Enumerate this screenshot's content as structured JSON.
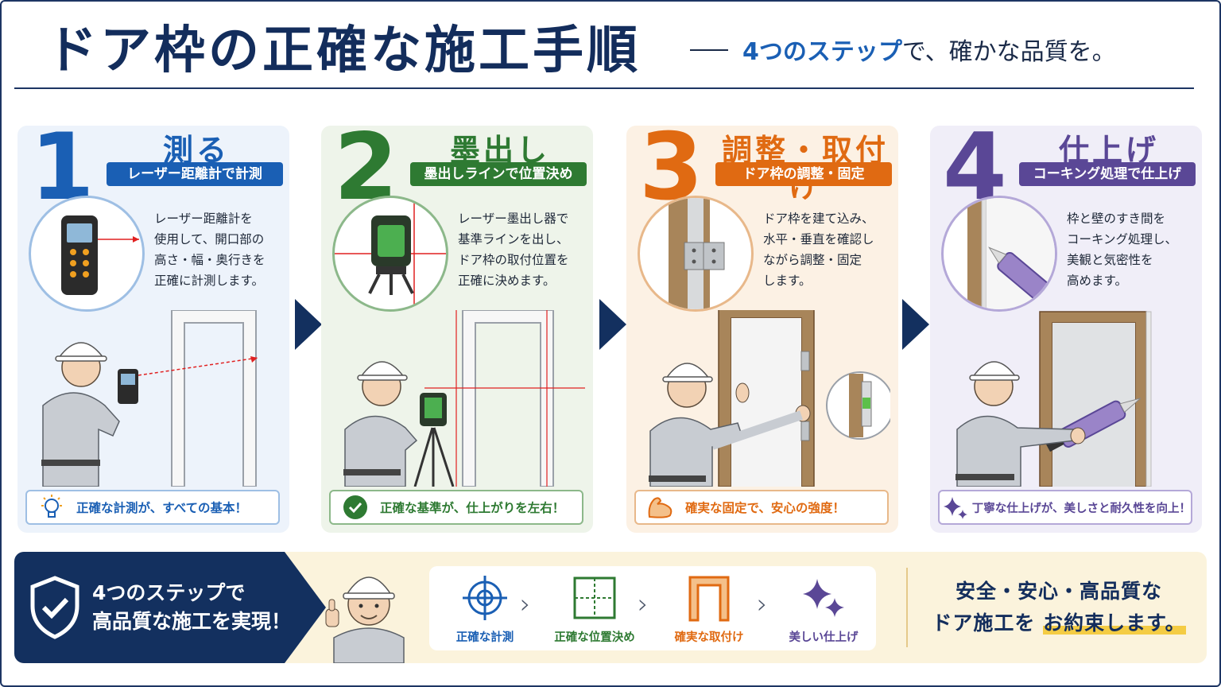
{
  "header": {
    "title": "ドア枠の正確な施工手順",
    "subtitle_accent": "4つのステップ",
    "subtitle_rest": "で、確かな品質を。"
  },
  "steps": [
    {
      "number": "1",
      "name": "測る",
      "tag": "レーザー距離計で計測",
      "description": "レーザー距離計を\n使用して、開口部の\n高さ・幅・奥行きを\n正確に計測します。",
      "callout": "正確な計測が、すべての基本！",
      "color": "#1a5fb4",
      "icon": "lightbulb-icon"
    },
    {
      "number": "2",
      "name": "墨出し",
      "tag": "墨出しラインで位置決め",
      "description": "レーザー墨出し器で\n基準ラインを出し、\nドア枠の取付位置を\n正確に決めます。",
      "callout": "正確な基準が、仕上がりを左右！",
      "color": "#2e7a32",
      "icon": "check-circle-icon"
    },
    {
      "number": "3",
      "name": "調整・取付け",
      "tag": "ドア枠の調整・固定",
      "description": "ドア枠を建て込み、\n水平・垂直を確認し\nながら調整・固定\nします。",
      "callout": "確実な固定で、安心の強度！",
      "color": "#e06a12",
      "icon": "muscle-icon"
    },
    {
      "number": "4",
      "name": "仕上げ",
      "tag": "コーキング処理で仕上げ",
      "description": "枠と壁のすき間を\nコーキング処理し、\n美観と気密性を\n高めます。",
      "callout": "丁寧な仕上げが、美しさと耐久性を向上！",
      "color": "#5a4796",
      "icon": "sparkle-icon"
    }
  ],
  "banner": {
    "message": "4つのステップで\n高品質な施工を実現！",
    "flow": [
      {
        "label": "正確な計測",
        "icon": "target-icon",
        "color": "#1a5fb4"
      },
      {
        "label": "正確な位置決め",
        "icon": "grid-icon",
        "color": "#2e7a32"
      },
      {
        "label": "確実な取付け",
        "icon": "door-frame-icon",
        "color": "#e06a12"
      },
      {
        "label": "美しい仕上げ",
        "icon": "sparkle-icon",
        "color": "#5a4796"
      }
    ],
    "promise_line1": "安全・安心・高品質な",
    "promise_line2_a": "ドア施工を ",
    "promise_line2_b": "お約束します。"
  }
}
